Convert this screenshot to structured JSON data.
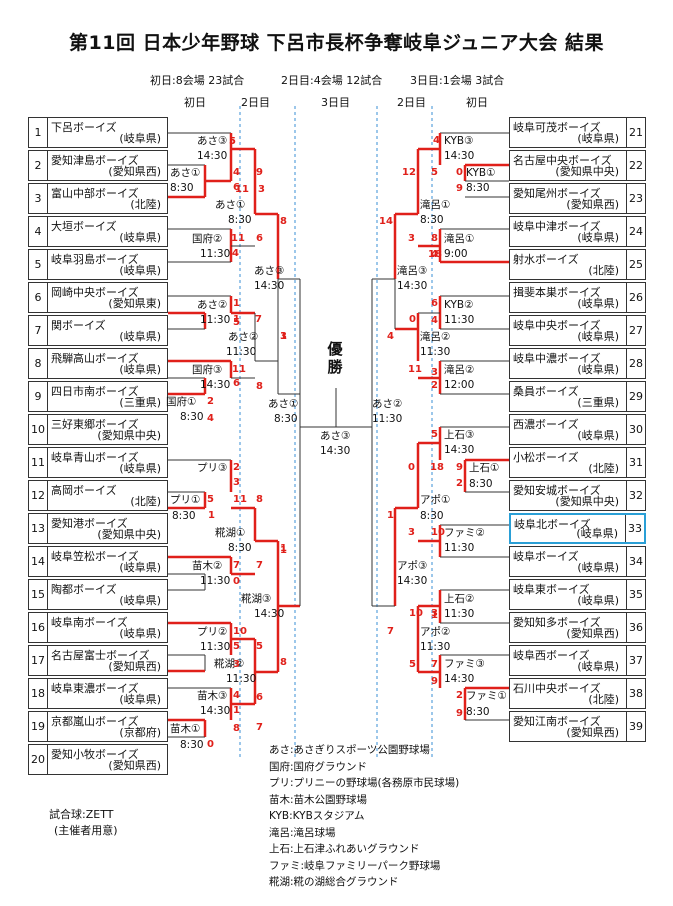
{
  "title": "第11回 日本少年野球 下呂市長杯争奪岐阜ジュニア大会 結果",
  "schedule": {
    "day1": "初日:8会場 23試合",
    "day2": "2日目:4会場 12試合",
    "day3": "3日目:1会場 3試合"
  },
  "headers": {
    "day1": "初日",
    "day2": "2日目",
    "day3": "3日目"
  },
  "final": {
    "label": "優勝",
    "venue": "あさ③",
    "time": "14:30"
  },
  "left_teams": [
    {
      "num": "1",
      "name": "下呂ボーイズ",
      "pref": "(岐阜県)"
    },
    {
      "num": "2",
      "name": "愛知津島ボーイズ",
      "pref": "(愛知県西)"
    },
    {
      "num": "3",
      "name": "富山中部ボーイズ",
      "pref": "(北陸)"
    },
    {
      "num": "4",
      "name": "大垣ボーイズ",
      "pref": "(岐阜県)"
    },
    {
      "num": "5",
      "name": "岐阜羽島ボーイズ",
      "pref": "(岐阜県)"
    },
    {
      "num": "6",
      "name": "岡崎中央ボーイズ",
      "pref": "(愛知県東)"
    },
    {
      "num": "7",
      "name": "関ボーイズ",
      "pref": "(岐阜県)"
    },
    {
      "num": "8",
      "name": "飛騨高山ボーイズ",
      "pref": "(岐阜県)"
    },
    {
      "num": "9",
      "name": "四日市南ボーイズ",
      "pref": "(三重県)"
    },
    {
      "num": "10",
      "name": "三好東郷ボーイズ",
      "pref": "(愛知県中央)"
    },
    {
      "num": "11",
      "name": "岐阜青山ボーイズ",
      "pref": "(岐阜県)"
    },
    {
      "num": "12",
      "name": "高岡ボーイズ",
      "pref": "(北陸)"
    },
    {
      "num": "13",
      "name": "愛知港ボーイズ",
      "pref": "(愛知県中央)"
    },
    {
      "num": "14",
      "name": "岐阜笠松ボーイズ",
      "pref": "(岐阜県)"
    },
    {
      "num": "15",
      "name": "陶都ボーイズ",
      "pref": "(岐阜県)"
    },
    {
      "num": "16",
      "name": "岐阜南ボーイズ",
      "pref": "(岐阜県)"
    },
    {
      "num": "17",
      "name": "名古屋富士ボーイズ",
      "pref": "(愛知県西)"
    },
    {
      "num": "18",
      "name": "岐阜東濃ボーイズ",
      "pref": "(岐阜県)"
    },
    {
      "num": "19",
      "name": "京都嵐山ボーイズ",
      "pref": "(京都府)"
    },
    {
      "num": "20",
      "name": "愛知小牧ボーイズ",
      "pref": "(愛知県西)"
    }
  ],
  "right_teams": [
    {
      "num": "21",
      "name": "岐阜可茂ボーイズ",
      "pref": "(岐阜県)"
    },
    {
      "num": "22",
      "name": "名古屋中央ボーイズ",
      "pref": "(愛知県中央)"
    },
    {
      "num": "23",
      "name": "愛知尾州ボーイズ",
      "pref": "(愛知県西)"
    },
    {
      "num": "24",
      "name": "岐阜中津ボーイズ",
      "pref": "(岐阜県)"
    },
    {
      "num": "25",
      "name": "射水ボーイズ",
      "pref": "(北陸)"
    },
    {
      "num": "26",
      "name": "揖斐本巣ボーイズ",
      "pref": "(岐阜県)"
    },
    {
      "num": "27",
      "name": "岐阜中央ボーイズ",
      "pref": "(岐阜県)"
    },
    {
      "num": "28",
      "name": "岐阜中濃ボーイズ",
      "pref": "(岐阜県)"
    },
    {
      "num": "29",
      "name": "桑員ボーイズ",
      "pref": "(三重県)"
    },
    {
      "num": "30",
      "name": "西濃ボーイズ",
      "pref": "(岐阜県)"
    },
    {
      "num": "31",
      "name": "小松ボーイズ",
      "pref": "(北陸)"
    },
    {
      "num": "32",
      "name": "愛知安城ボーイズ",
      "pref": "(愛知県中央)"
    },
    {
      "num": "33",
      "name": "岐阜北ボーイズ",
      "pref": "(岐阜県)"
    },
    {
      "num": "34",
      "name": "岐阜ボーイズ",
      "pref": "(岐阜県)"
    },
    {
      "num": "35",
      "name": "岐阜東ボーイズ",
      "pref": "(岐阜県)"
    },
    {
      "num": "36",
      "name": "愛知知多ボーイズ",
      "pref": "(愛知県西)"
    },
    {
      "num": "37",
      "name": "岐阜西ボーイズ",
      "pref": "(岐阜県)"
    },
    {
      "num": "38",
      "name": "石川中央ボーイズ",
      "pref": "(北陸)"
    },
    {
      "num": "39",
      "name": "愛知江南ボーイズ",
      "pref": "(愛知県西)"
    }
  ],
  "highlighted_team": "33",
  "game_labels": [
    {
      "id": "L-a1",
      "text": "あさ③"
    },
    {
      "id": "L-a1t",
      "text": "14:30"
    },
    {
      "id": "L-a2",
      "text": "あさ①"
    },
    {
      "id": "L-a2t",
      "text": "8:30"
    },
    {
      "id": "L-a3",
      "text": "あさ①"
    },
    {
      "id": "L-a3t",
      "text": "8:30"
    },
    {
      "id": "L-k1",
      "text": "国府②"
    },
    {
      "id": "L-k1t",
      "text": "11:30"
    },
    {
      "id": "L-a4",
      "text": "あさ③"
    },
    {
      "id": "L-a4t",
      "text": "14:30"
    },
    {
      "id": "L-a5",
      "text": "あさ②"
    },
    {
      "id": "L-a5t",
      "text": "11:30"
    },
    {
      "id": "L-a6",
      "text": "あさ②"
    },
    {
      "id": "L-a6t",
      "text": "11:30"
    },
    {
      "id": "L-k2",
      "text": "国府③"
    },
    {
      "id": "L-k2t",
      "text": "14:30"
    },
    {
      "id": "L-k3",
      "text": "国府①"
    },
    {
      "id": "L-k3t",
      "text": "8:30"
    },
    {
      "id": "L-a7",
      "text": "あさ①"
    },
    {
      "id": "L-a7t",
      "text": "8:30"
    },
    {
      "id": "L-p1",
      "text": "プリ③"
    },
    {
      "id": "L-p2",
      "text": "プリ①"
    },
    {
      "id": "L-p2t",
      "text": "8:30"
    },
    {
      "id": "L-ko1",
      "text": "糀湖①"
    },
    {
      "id": "L-ko1t",
      "text": "8:30"
    },
    {
      "id": "L-n1",
      "text": "苗木②"
    },
    {
      "id": "L-n1t",
      "text": "11:30"
    },
    {
      "id": "L-ko3",
      "text": "糀湖③"
    },
    {
      "id": "L-ko3t",
      "text": "14:30"
    },
    {
      "id": "L-p3",
      "text": "プリ②"
    },
    {
      "id": "L-p3t",
      "text": "11:30"
    },
    {
      "id": "L-ko2",
      "text": "糀湖②"
    },
    {
      "id": "L-ko2t",
      "text": "11:30"
    },
    {
      "id": "L-n2",
      "text": "苗木③"
    },
    {
      "id": "L-n2t",
      "text": "14:30"
    },
    {
      "id": "L-n3",
      "text": "苗木①"
    },
    {
      "id": "L-n3t",
      "text": "8:30"
    },
    {
      "id": "R-kyb3",
      "text": "KYB③"
    },
    {
      "id": "R-kyb3t",
      "text": "14:30"
    },
    {
      "id": "R-kyb1",
      "text": "KYB①"
    },
    {
      "id": "R-kyb1t",
      "text": "8:30"
    },
    {
      "id": "R-t1",
      "text": "滝呂①"
    },
    {
      "id": "R-t1t",
      "text": "8:30"
    },
    {
      "id": "R-t1b",
      "text": "滝呂①"
    },
    {
      "id": "R-t1bt",
      "text": "9:00"
    },
    {
      "id": "R-t3",
      "text": "滝呂③"
    },
    {
      "id": "R-t3t",
      "text": "14:30"
    },
    {
      "id": "R-kyb2",
      "text": "KYB②"
    },
    {
      "id": "R-kyb2t",
      "text": "11:30"
    },
    {
      "id": "R-t2",
      "text": "滝呂②"
    },
    {
      "id": "R-t2t",
      "text": "11:30"
    },
    {
      "id": "R-t2b",
      "text": "滝呂②"
    },
    {
      "id": "R-t2bt",
      "text": "12:00"
    },
    {
      "id": "R-u3",
      "text": "上石③"
    },
    {
      "id": "R-u3t",
      "text": "14:30"
    },
    {
      "id": "R-u1",
      "text": "上石①"
    },
    {
      "id": "R-u1t",
      "text": "8:30"
    },
    {
      "id": "R-ap1",
      "text": "アポ①"
    },
    {
      "id": "R-ap1t",
      "text": "8:30"
    },
    {
      "id": "R-f2",
      "text": "ファミ②"
    },
    {
      "id": "R-f2t",
      "text": "11:30"
    },
    {
      "id": "R-ap3",
      "text": "アポ③"
    },
    {
      "id": "R-ap3t",
      "text": "14:30"
    },
    {
      "id": "R-u2",
      "text": "上石②"
    },
    {
      "id": "R-u2t",
      "text": "11:30"
    },
    {
      "id": "R-ap2",
      "text": "アポ②"
    },
    {
      "id": "R-ap2t",
      "text": "11:30"
    },
    {
      "id": "R-f3",
      "text": "ファミ③"
    },
    {
      "id": "R-f3t",
      "text": "14:30"
    },
    {
      "id": "R-f1",
      "text": "ファミ①"
    },
    {
      "id": "R-f1t",
      "text": "8:30"
    },
    {
      "id": "C-a2l",
      "text": "あさ①"
    },
    {
      "id": "C-a2lt",
      "text": "8:30"
    },
    {
      "id": "C-a2r",
      "text": "あさ②"
    },
    {
      "id": "C-a2rt",
      "text": "11:30"
    }
  ],
  "scores": [
    "5",
    "4",
    "6",
    "9",
    "3",
    "11",
    "8",
    "11",
    "6",
    "4",
    "1",
    "1",
    "5",
    "7",
    "3",
    "11",
    "8",
    "6",
    "2",
    "4",
    "1",
    "2",
    "3",
    "5",
    "11",
    "1",
    "8",
    "1",
    "7",
    "7",
    "0",
    "1",
    "10",
    "5",
    "5",
    "8",
    "3",
    "4",
    "6",
    "1",
    "7",
    "8",
    "0",
    "4",
    "12",
    "5",
    "0",
    "9",
    "14",
    "8",
    "3",
    "4",
    "18",
    "6",
    "0",
    "4",
    "4",
    "11",
    "3",
    "2",
    "5",
    "0",
    "18",
    "9",
    "2",
    "1",
    "3",
    "10",
    "10",
    "3",
    "1",
    "7",
    "5",
    "7",
    "9",
    "2",
    "9",
    "3"
  ],
  "legend": [
    "あさ:あさぎりスポーツ公園野球場",
    "国府:国府グラウンド",
    "プリ:プリニーの野球場(各務原市民球場)",
    "苗木:苗木公園野球場",
    "KYB:KYBスタジアム",
    "滝呂:滝呂球場",
    "上石:上石津ふれあいグラウンド",
    "ファミ:岐阜ファミリーパーク野球場",
    "糀湖:糀の湖総合グラウンド"
  ],
  "ball": {
    "line1": "試合球:ZETT",
    "line2": "(主催者用意)"
  },
  "colors": {
    "win": "#e0201a",
    "line": "#333333",
    "dash": "#3a8fd6",
    "highlight": "#2a9fd6"
  }
}
